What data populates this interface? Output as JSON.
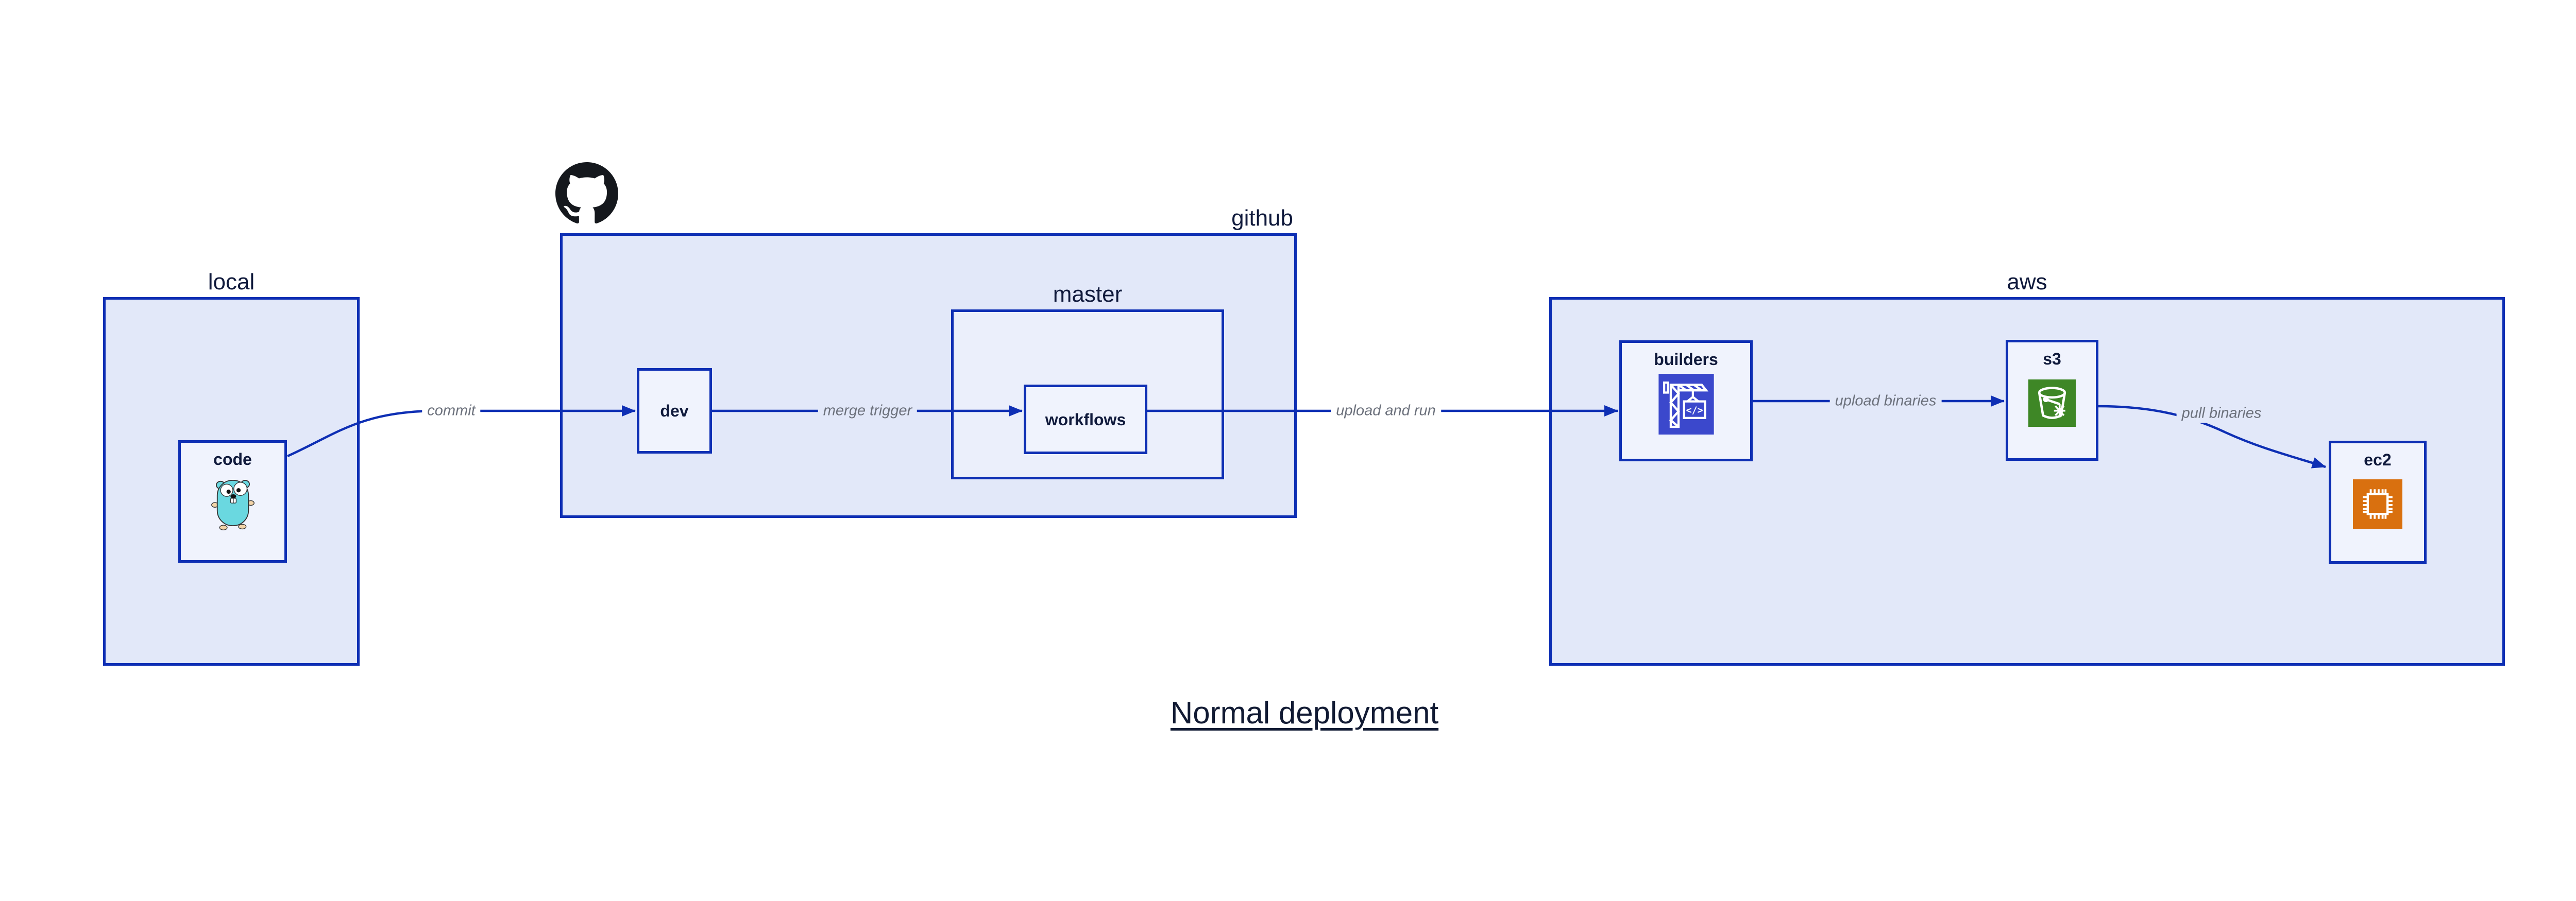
{
  "title": {
    "text": "Normal deployment"
  },
  "containers": {
    "local": {
      "label": "local"
    },
    "github": {
      "label": "github"
    },
    "master": {
      "label": "master"
    },
    "aws": {
      "label": "aws"
    }
  },
  "nodes": {
    "code": {
      "label": "code",
      "icon": "go-gopher-icon"
    },
    "dev": {
      "label": "dev"
    },
    "workflows": {
      "label": "workflows"
    },
    "builders": {
      "label": "builders",
      "icon": "aws-codebuild-icon"
    },
    "s3": {
      "label": "s3",
      "icon": "aws-s3-glacier-icon"
    },
    "ec2": {
      "label": "ec2",
      "icon": "aws-ec2-icon"
    }
  },
  "edges": [
    {
      "from": "code",
      "to": "dev",
      "label": "commit"
    },
    {
      "from": "dev",
      "to": "workflows",
      "label": "merge trigger"
    },
    {
      "from": "workflows",
      "to": "builders",
      "label": "upload and run"
    },
    {
      "from": "builders",
      "to": "s3",
      "label": "upload binaries"
    },
    {
      "from": "s3",
      "to": "ec2",
      "label": "pull binaries"
    }
  ],
  "decorations": {
    "github_logo": "github-octocat-icon"
  },
  "colors": {
    "edge_blue": "#0E2FB4",
    "container_fill": "#E2E8F9",
    "master_fill": "#EBEFFB",
    "node_fill": "#F0F3FD",
    "label_dark": "#101A3C",
    "edge_label_gray": "#6C717C",
    "codebuild_indigo": "#3B48CC",
    "s3_green": "#3E8726",
    "ec2_orange": "#D9700F",
    "gopher_teal": "#6AD8E0",
    "octocat_black": "#15181D"
  }
}
